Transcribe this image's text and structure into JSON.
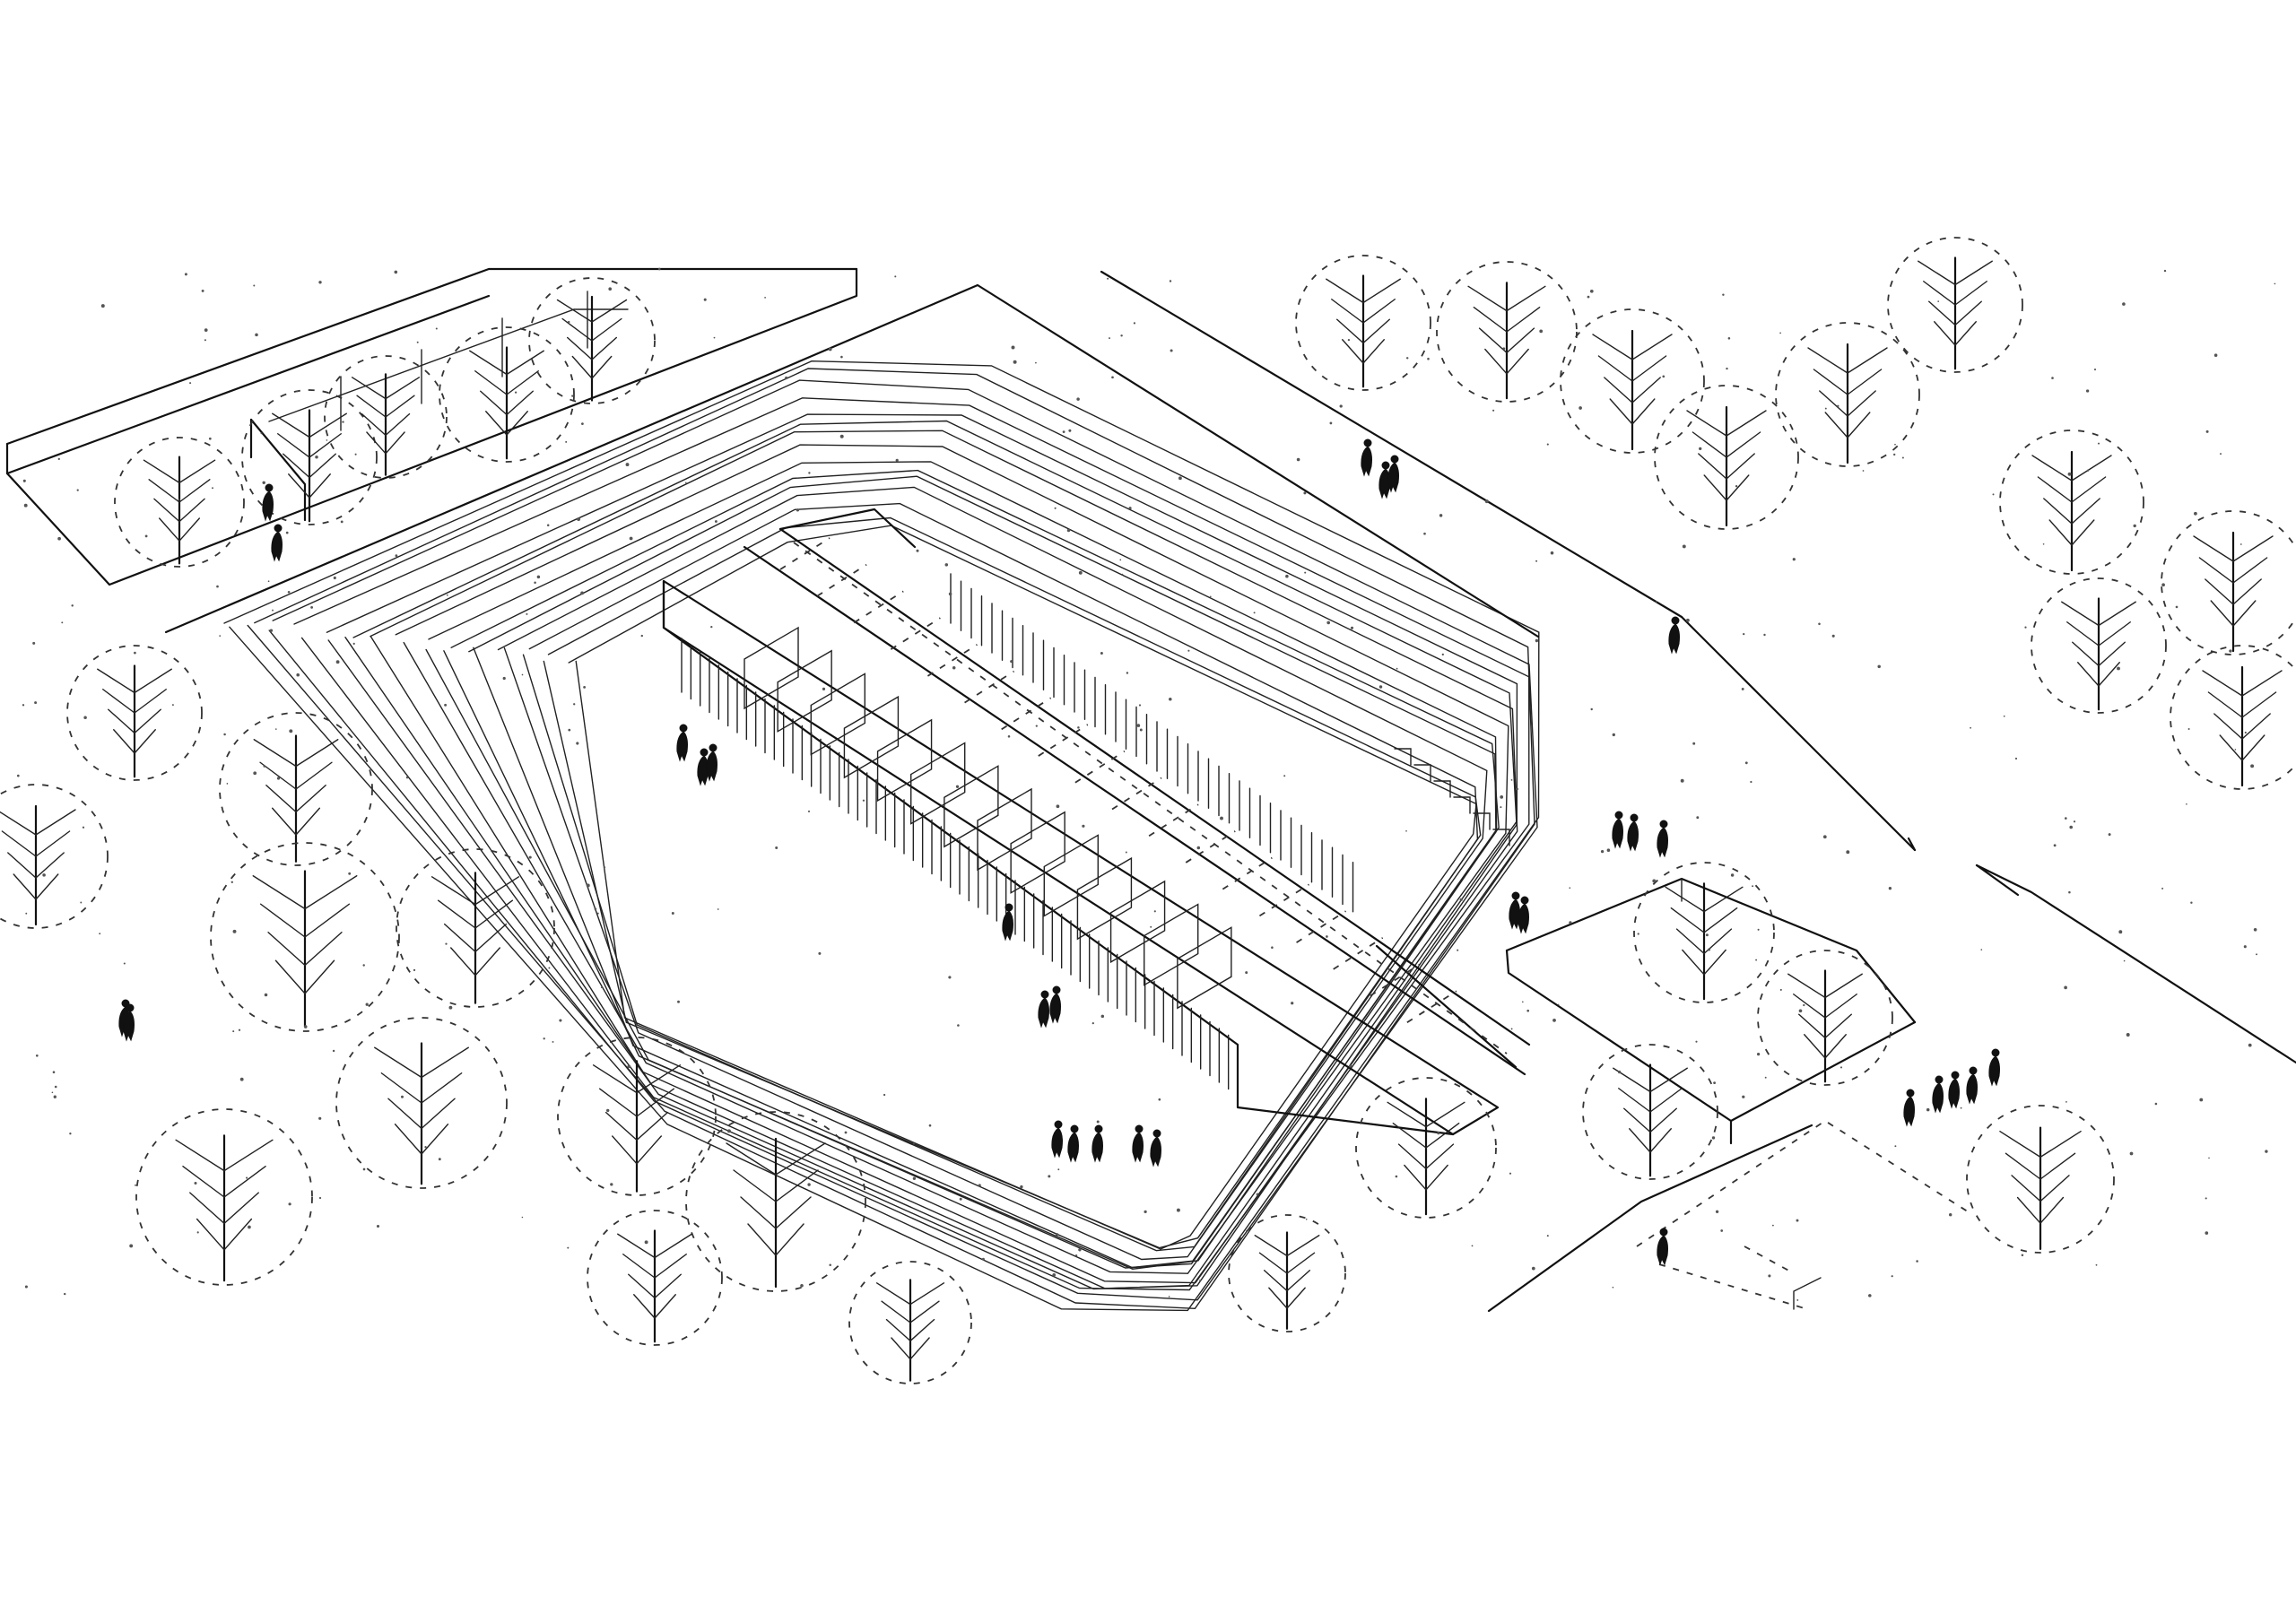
{
  "drawing": {
    "style": "hand-drawn axonometric site sketch",
    "ink_color": "#111111",
    "paper_color": "#ffffff",
    "elements": {
      "main_building": "long-pavilion",
      "terraces": "stepped-contour-lines",
      "trees": "circle-canopy-trees",
      "people": "human-figures",
      "greenhouse": "top-left-glasshouse",
      "enclosure": "right-walled-garden",
      "plot": "bottom-right-plot"
    }
  }
}
